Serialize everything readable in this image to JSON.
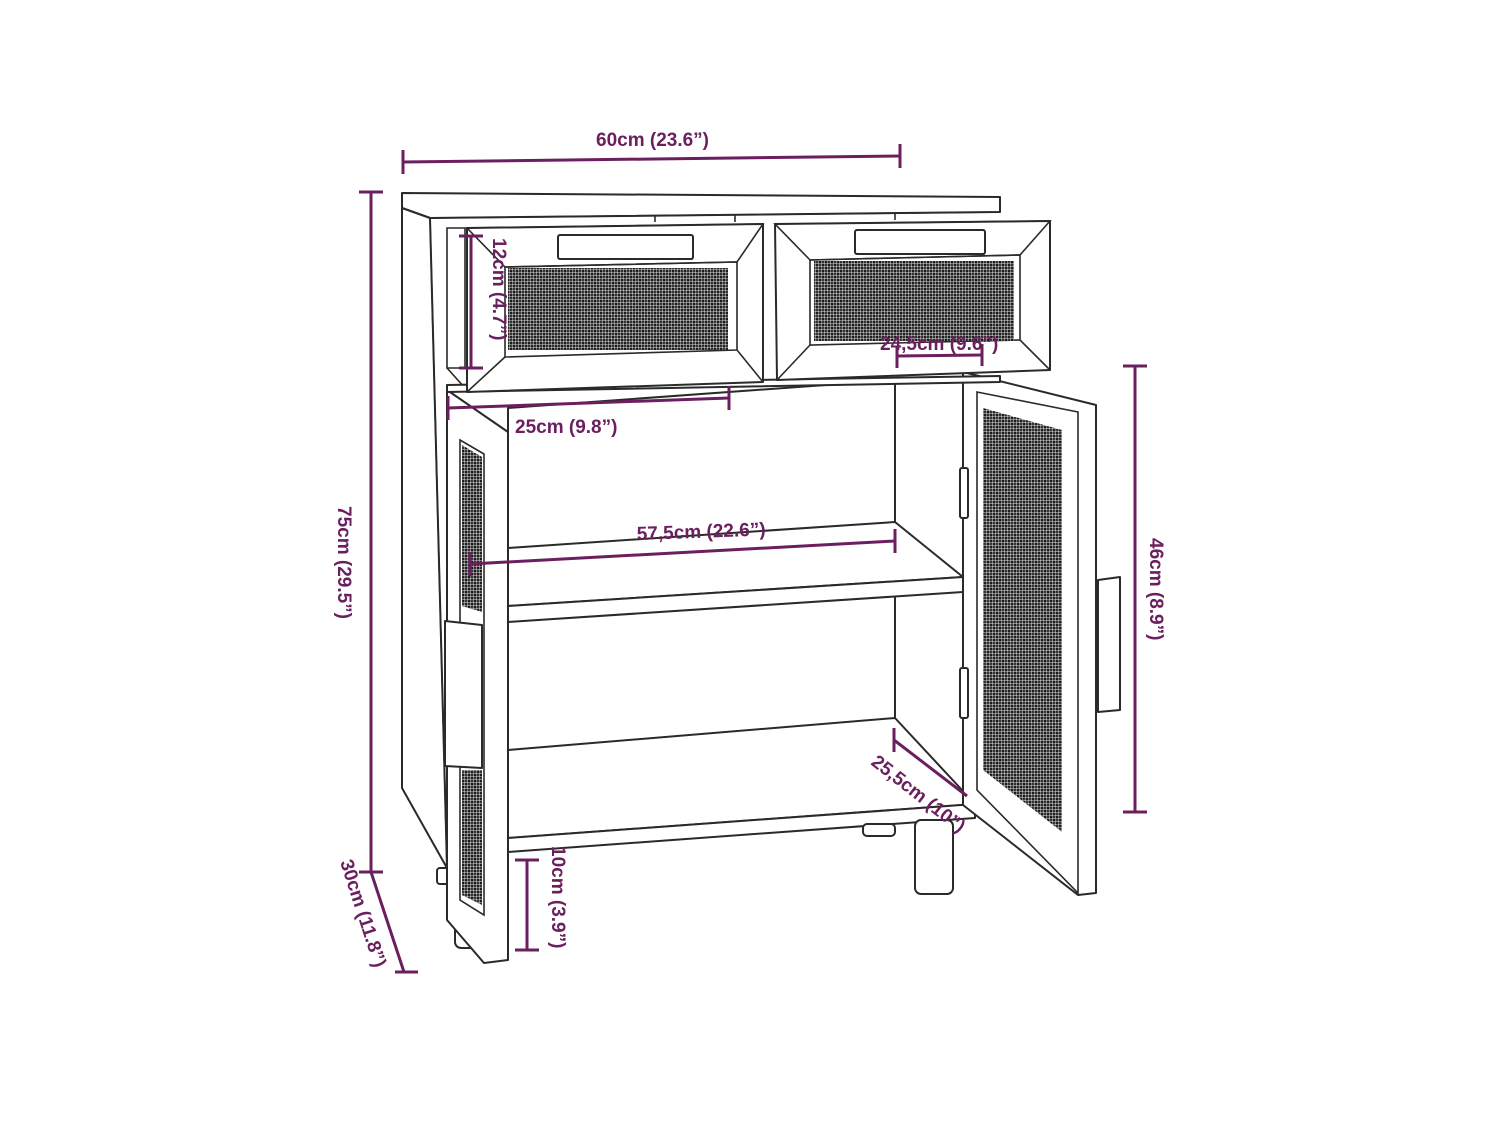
{
  "colors": {
    "dimension": "#6b1f5e",
    "line": "#2a2a2a",
    "mesh": "#1a1a1a",
    "background": "#ffffff"
  },
  "dimensions": {
    "total_width": "60cm (23.6”)",
    "total_height": "75cm (29.5”)",
    "depth": "30cm (11.8”)",
    "drawer_height": "12cm (4.7”)",
    "drawer_width": "24,5cm (9.6”)",
    "drawer_depth": "25cm (9.8”)",
    "inner_width": "57,5cm (22.6”)",
    "door_height": "46cm (8.9”)",
    "inner_depth": "25,5cm (10”)",
    "leg_height": "10cm (3.9”)"
  }
}
